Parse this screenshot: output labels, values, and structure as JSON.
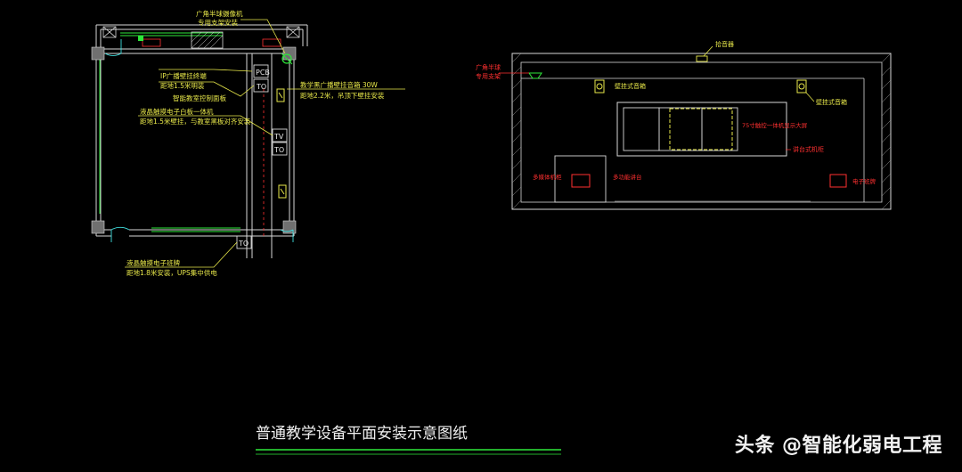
{
  "left_plan": {
    "callout_top": [
      "广角半球摄像机",
      "专用支架安装"
    ],
    "callout_ip": [
      "IP广播壁挂终端",
      "距地1.5米明装"
    ],
    "callout_panel": [
      "智能教室控制面板"
    ],
    "callout_speaker": [
      "教学黑广播壁挂音箱 30W",
      "距地2.2米，吊顶下壁挂安装"
    ],
    "callout_tv": [
      "液晶触摸电子白板一体机",
      "距地1.5米壁挂，与教室黑板对齐安装"
    ],
    "callout_bottom": [
      "液晶触摸电子班牌",
      "距地1.8米安装，UPS集中供电"
    ],
    "tag_pcb": "PCB",
    "tag_to1": "TO",
    "tag_tv": "TV",
    "tag_to2": "TO",
    "tag_to3": "TO"
  },
  "right_plan": {
    "lbl_top": "拾音器",
    "lbl_left_cam": [
      "广角半球",
      "专用支架"
    ],
    "lbl_speaker_l": "壁挂式音箱",
    "lbl_speaker_r": "壁挂式音箱",
    "lbl_board": "75寸触控一体机显示大屏",
    "lbl_cabinet": "讲台式机柜",
    "lbl_left_box": "多媒体机柜",
    "lbl_desk": "多功能讲台",
    "lbl_right_box": "电子班牌"
  },
  "drawing_title": "普通教学设备平面安装示意图纸",
  "watermark": "头条 @智能化弱电工程",
  "colors": {
    "wall": "#d8d8d8",
    "yellow": "#e8e84a",
    "red": "#ff3030",
    "green": "#2ee83a",
    "cyan": "#40e0e0",
    "background": "#000000"
  }
}
